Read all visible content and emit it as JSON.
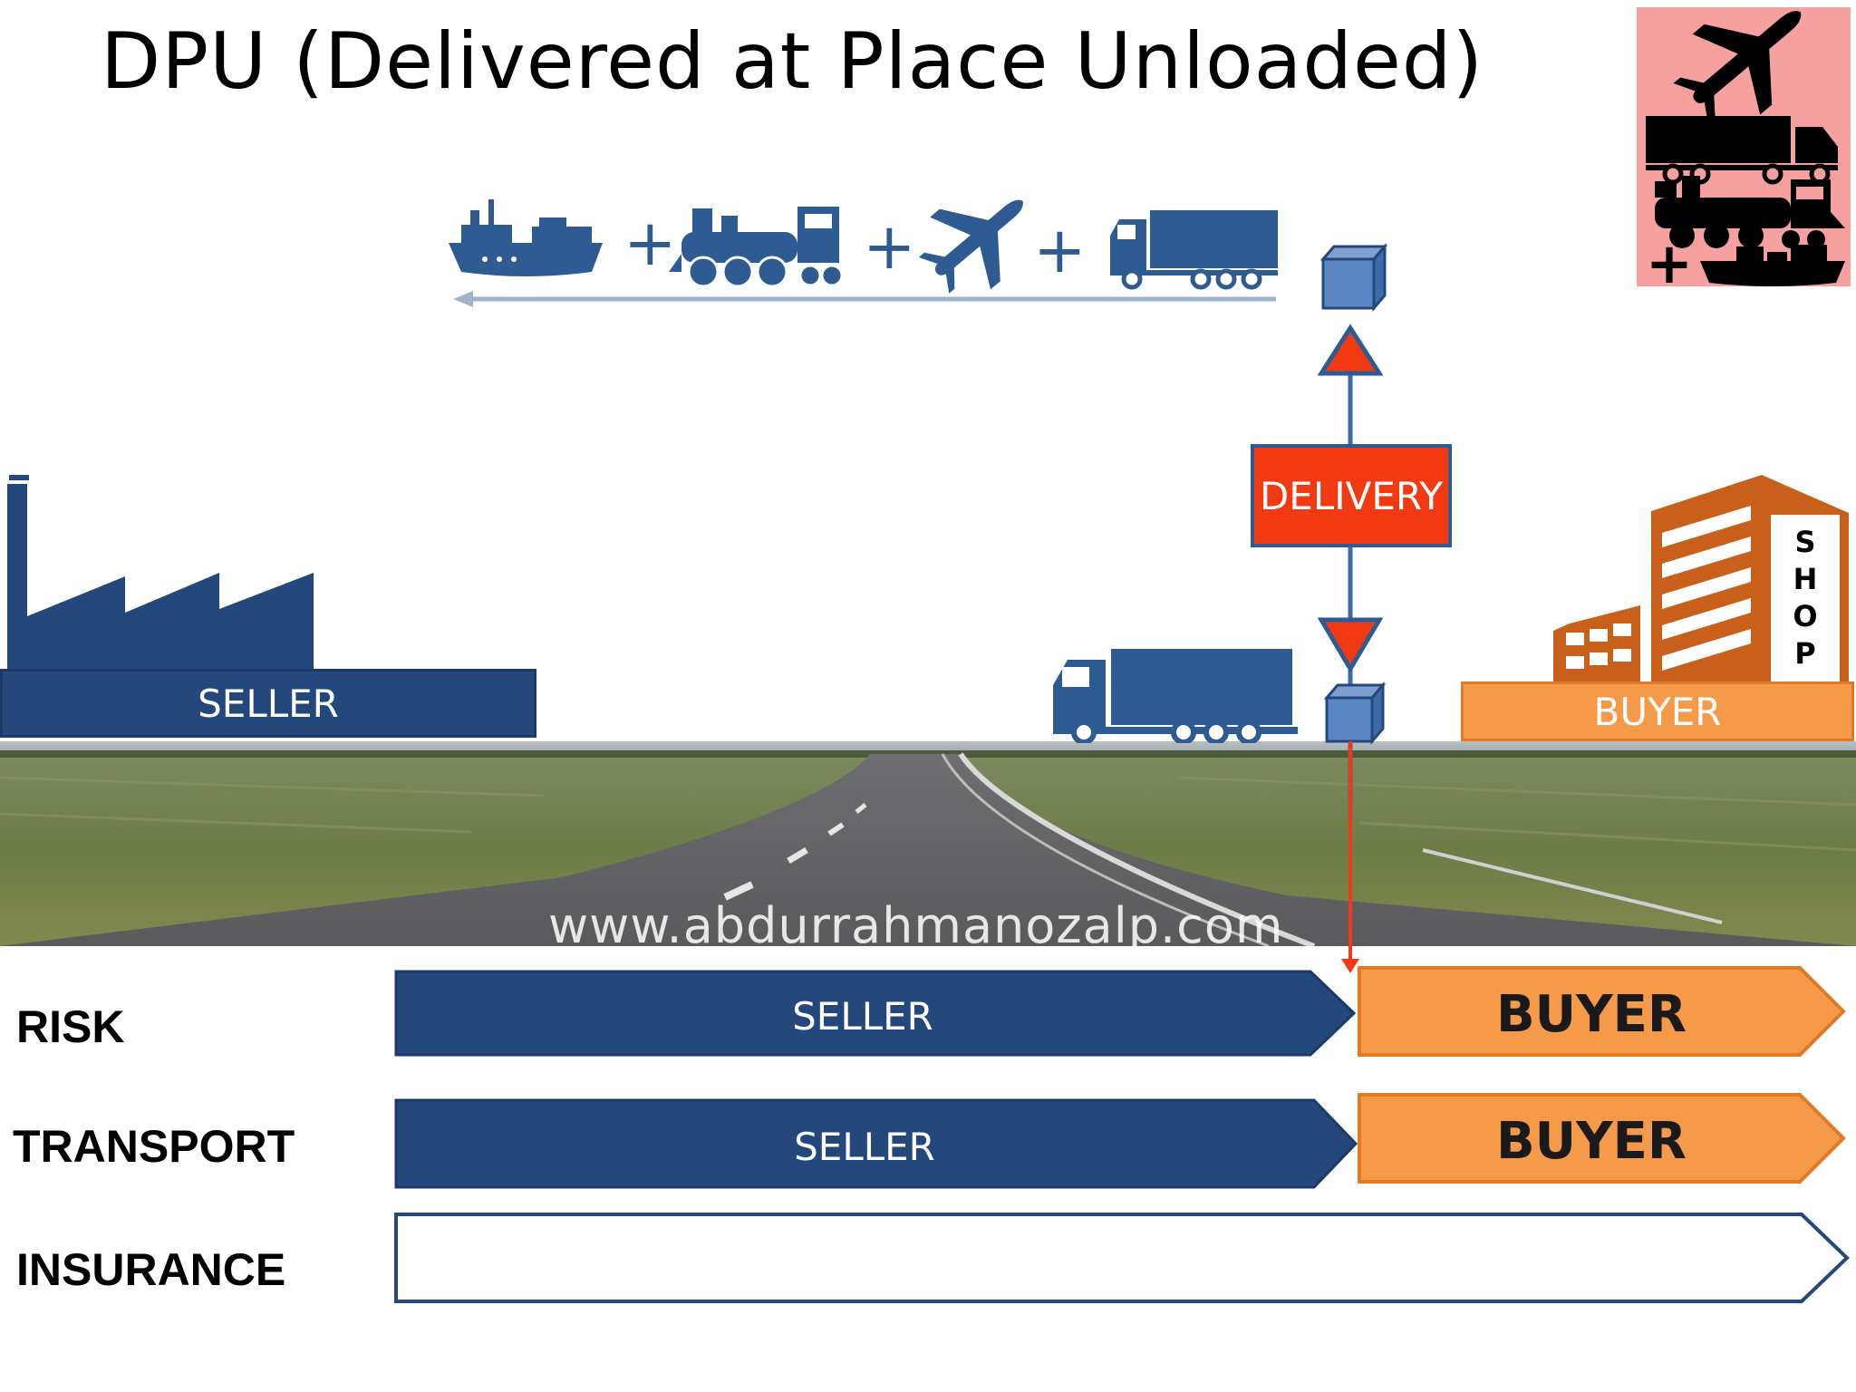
{
  "title": "DPU (Delivered at Place Unloaded)",
  "transport_modes": {
    "icons": [
      "ship-icon",
      "train-icon",
      "plane-icon",
      "truck-icon"
    ],
    "separator": "+"
  },
  "corner_badge": {
    "icons": [
      "plane-icon",
      "truck-icon",
      "train-icon",
      "ship-icon"
    ],
    "plus": "+"
  },
  "delivery_label": "DELIVERY",
  "seller_label": "SELLER",
  "buyer_label": "BUYER",
  "shop_letters": [
    "S",
    "H",
    "O",
    "P"
  ],
  "watermark": "www.abdurrahmanozalp.com",
  "rows": [
    {
      "label": "RISK",
      "seller": "SELLER",
      "buyer": "BUYER"
    },
    {
      "label": "TRANSPORT",
      "seller": "SELLER",
      "buyer": "BUYER"
    },
    {
      "label": "INSURANCE",
      "seller": "",
      "buyer": ""
    }
  ],
  "colors": {
    "seller_blue": "#24487c",
    "icon_blue": "#2f5b93",
    "buyer_orange": "#f59a48",
    "delivery_red": "#f23a12",
    "shop_brown": "#c85f1a",
    "badge_pink": "#f6a0a0"
  }
}
